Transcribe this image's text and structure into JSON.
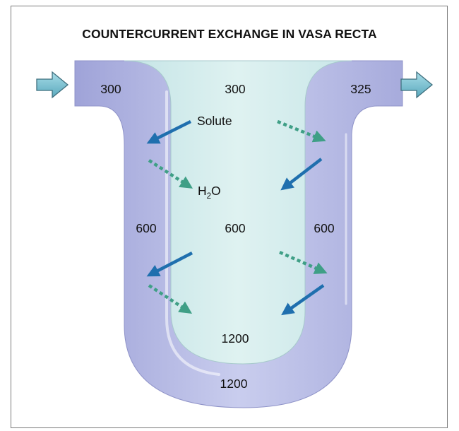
{
  "title": "COUNTERCURRENT EXCHANGE IN VASA RECTA",
  "labels": {
    "top_left": "300",
    "top_center": "300",
    "top_right": "325",
    "mid_left": "600",
    "mid_center": "600",
    "mid_right": "600",
    "bottom_inner": "1200",
    "bottom_outer": "1200",
    "solute": "Solute",
    "water_h": "H",
    "water_sub": "2",
    "water_o": "O"
  },
  "colors": {
    "vessel_fill": "#b9bde4",
    "interstitium_fill": "#d2ecec",
    "solute_arrow": "#1f6fae",
    "water_arrow": "#3f9f86",
    "flow_arrow": "#7ec3d3"
  }
}
